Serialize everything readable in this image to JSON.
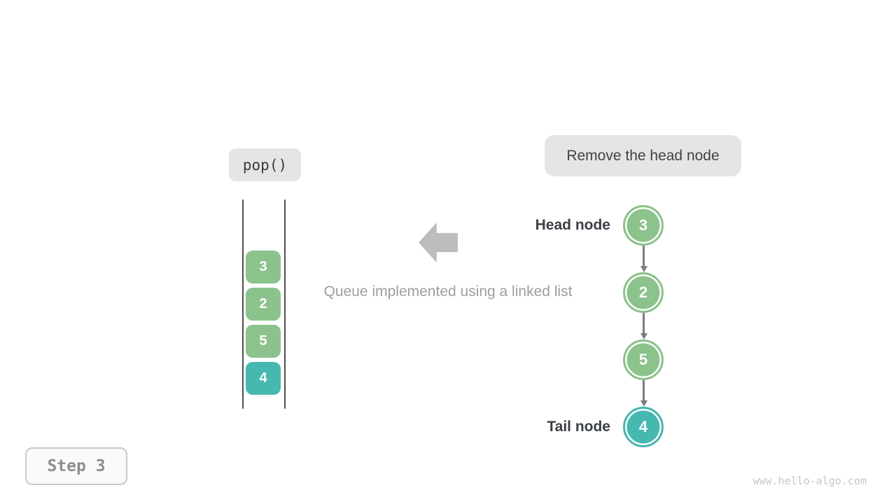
{
  "operation": {
    "label": "pop()"
  },
  "annotation": {
    "label": "Remove the head node"
  },
  "caption": "Queue implemented using a linked list",
  "step_badge": {
    "label": "Step 3"
  },
  "watermark": "www.hello-algo.com",
  "colors": {
    "green": "#8cc28c",
    "teal": "#47b8b0",
    "wall_gray": "#4f4f4f",
    "big_arrow_gray": "#bdbdbd",
    "link_arrow_gray": "#7d7d7d",
    "pill_bg": "#e5e5e5"
  },
  "queue": {
    "items": [
      {
        "value": "3",
        "color": "#8cc28c"
      },
      {
        "value": "2",
        "color": "#8cc28c"
      },
      {
        "value": "5",
        "color": "#8cc28c"
      },
      {
        "value": "4",
        "color": "#47b8b0"
      }
    ]
  },
  "linked_list": {
    "head_label": "Head node",
    "tail_label": "Tail node",
    "nodes": [
      {
        "value": "3",
        "color": "#8cc28c"
      },
      {
        "value": "2",
        "color": "#8cc28c"
      },
      {
        "value": "5",
        "color": "#8cc28c"
      },
      {
        "value": "4",
        "color": "#47b8b0"
      }
    ]
  }
}
